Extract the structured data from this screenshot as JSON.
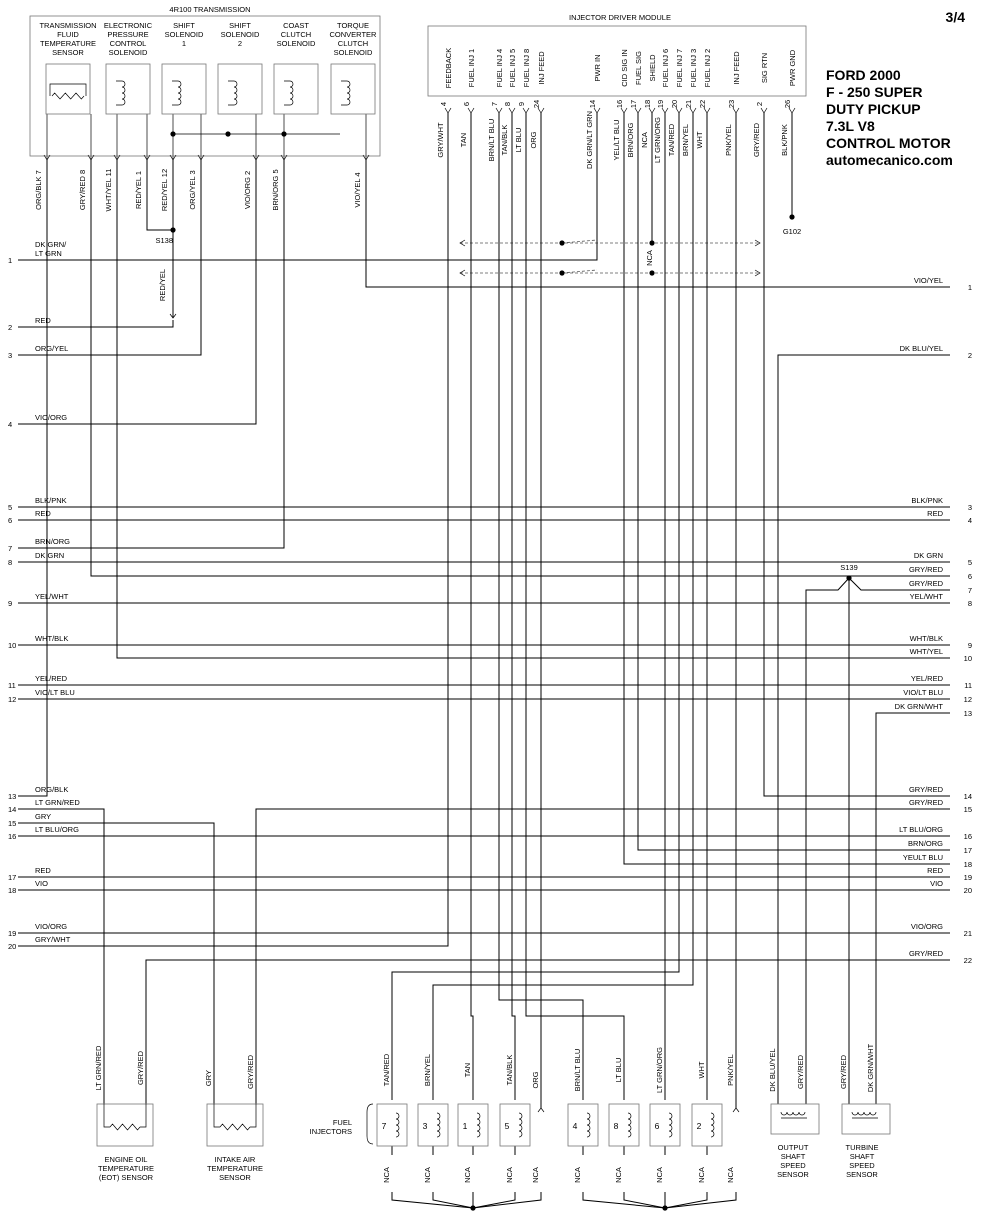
{
  "page_number": "3/4",
  "title_lines": [
    "FORD 2000",
    "F - 250 SUPER",
    "DUTY PICKUP",
    "7.3L V8",
    "CONTROL MOTOR",
    "automecanico.com"
  ],
  "transmission": {
    "label": "4R100 TRANSMISSION",
    "components": [
      {
        "label": [
          "TRANSMISSION",
          "FLUID",
          "TEMPERATURE",
          "SENSOR"
        ]
      },
      {
        "label": [
          "ELECTRONIC",
          "PRESSURE",
          "CONTROL",
          "SOLENOID"
        ]
      },
      {
        "label": [
          "SHIFT",
          "SOLENOID",
          "1"
        ]
      },
      {
        "label": [
          "SHIFT",
          "SOLENOID",
          "2"
        ]
      },
      {
        "label": [
          "COAST",
          "CLUTCH",
          "SOLENOID"
        ]
      },
      {
        "label": [
          "TORQUE",
          "CONVERTER",
          "CLUTCH",
          "SOLENOID"
        ]
      }
    ],
    "pins": [
      {
        "color": "ORG/BLK",
        "pin": "7"
      },
      {
        "color": "GRY/RED",
        "pin": "8"
      },
      {
        "color": "WHT/YEL",
        "pin": "11"
      },
      {
        "color": "RED/YEL",
        "pin": "1"
      },
      {
        "color": "RED/YEL",
        "pin": "12"
      },
      {
        "color": "ORG/YEL",
        "pin": "3"
      },
      {
        "color": "VIO/ORG",
        "pin": "2"
      },
      {
        "color": "BRN/ORG",
        "pin": "5"
      },
      {
        "color": "VIO/YEL",
        "pin": "4"
      }
    ]
  },
  "idm": {
    "label": "INJECTOR DRIVER MODULE",
    "pins": [
      {
        "name": "FEEDBACK",
        "pin": "4",
        "color": "GRY/WHT"
      },
      {
        "name": "FUEL INJ 1",
        "pin": "6",
        "color": "TAN"
      },
      {
        "name": "FUEL INJ 4",
        "pin": "7",
        "color": "BRN/LT BLU"
      },
      {
        "name": "FUEL INJ 5",
        "pin": "8",
        "color": "TAN/BLK"
      },
      {
        "name": "FUEL INJ 8",
        "pin": "9",
        "color": "LT BLU"
      },
      {
        "name": "INJ FEED",
        "pin": "24",
        "color": "ORG"
      },
      {
        "name": "PWR IN",
        "pin": "14",
        "color": "DK GRN/LT GRN"
      },
      {
        "name": "CID SIG IN",
        "pin": "16",
        "color": "YEL/LT BLU"
      },
      {
        "name": "FUEL SIG",
        "pin": "17",
        "color": "BRN/ORG"
      },
      {
        "name": "SHIELD",
        "pin": "18",
        "color": "NCA"
      },
      {
        "name": "FUEL INJ 6",
        "pin": "19",
        "color": "LT GRN/ORG"
      },
      {
        "name": "FUEL INJ 7",
        "pin": "20",
        "color": "TAN/RED"
      },
      {
        "name": "FUEL INJ 3",
        "pin": "21",
        "color": "BRN/YEL"
      },
      {
        "name": "FUEL INJ 2",
        "pin": "22",
        "color": "WHT"
      },
      {
        "name": "INJ FEED",
        "pin": "23",
        "color": "PNK/YEL"
      },
      {
        "name": "SIG RTN",
        "pin": "2",
        "color": "GRY/RED"
      },
      {
        "name": "PWR GND",
        "pin": "26",
        "color": "BLK/PNK"
      }
    ]
  },
  "splices": {
    "s138": "S138",
    "s139": "S139",
    "g102": "G102",
    "nca": "NCA"
  },
  "left_wires": [
    {
      "num": "1",
      "color": [
        "DK GRN/",
        "LT GRN"
      ]
    },
    {
      "num": "2",
      "color": [
        "RED"
      ]
    },
    {
      "num": "3",
      "color": [
        "ORG/YEL"
      ]
    },
    {
      "num": "4",
      "color": [
        "VIO/ORG"
      ]
    },
    {
      "num": "5",
      "color": [
        "BLK/PNK"
      ]
    },
    {
      "num": "6",
      "color": [
        "RED"
      ]
    },
    {
      "num": "7",
      "color": [
        "BRN/ORG"
      ]
    },
    {
      "num": "8",
      "color": [
        "DK GRN"
      ]
    },
    {
      "num": "9",
      "color": [
        "YEL/WHT"
      ]
    },
    {
      "num": "10",
      "color": [
        "WHT/BLK"
      ]
    },
    {
      "num": "11",
      "color": [
        "YEL/RED"
      ]
    },
    {
      "num": "12",
      "color": [
        "VIO/LT BLU"
      ]
    },
    {
      "num": "13",
      "color": [
        "ORG/BLK"
      ]
    },
    {
      "num": "14",
      "color": [
        "LT GRN/RED"
      ]
    },
    {
      "num": "15",
      "color": [
        "GRY"
      ]
    },
    {
      "num": "16",
      "color": [
        "LT BLU/ORG"
      ]
    },
    {
      "num": "17",
      "color": [
        "RED"
      ]
    },
    {
      "num": "18",
      "color": [
        "VIO"
      ]
    },
    {
      "num": "19",
      "color": [
        "VIO/ORG"
      ]
    },
    {
      "num": "20",
      "color": [
        "GRY/WHT"
      ]
    }
  ],
  "right_wires": [
    {
      "num": "1",
      "color": "VIO/YEL"
    },
    {
      "num": "2",
      "color": "DK BLU/YEL"
    },
    {
      "num": "3",
      "color": "BLK/PNK"
    },
    {
      "num": "4",
      "color": "RED"
    },
    {
      "num": "5",
      "color": "DK GRN"
    },
    {
      "num": "6",
      "color": "GRY/RED"
    },
    {
      "num": "7",
      "color": "GRY/RED"
    },
    {
      "num": "8",
      "color": "YEL/WHT"
    },
    {
      "num": "9",
      "color": "WHT/BLK"
    },
    {
      "num": "10",
      "color": "WHT/YEL"
    },
    {
      "num": "11",
      "color": "YEL/RED"
    },
    {
      "num": "12",
      "color": "VIO/LT BLU"
    },
    {
      "num": "13",
      "color": "DK GRN/WHT"
    },
    {
      "num": "14",
      "color": "GRY/RED"
    },
    {
      "num": "15",
      "color": "GRY/RED"
    },
    {
      "num": "16",
      "color": "LT BLU/ORG"
    },
    {
      "num": "17",
      "color": "BRN/ORG"
    },
    {
      "num": "18",
      "color": "YEULT BLU"
    },
    {
      "num": "19",
      "color": "RED"
    },
    {
      "num": "20",
      "color": "VIO"
    },
    {
      "num": "21",
      "color": "VIO/ORG"
    },
    {
      "num": "22",
      "color": "GRY/RED"
    }
  ],
  "bottom": {
    "eot": {
      "wires": [
        "LT GRN/RED",
        "GRY/RED"
      ],
      "label": [
        "ENGINE OIL",
        "TEMPERATURE",
        "(EOT) SENSOR"
      ]
    },
    "iat": {
      "wires": [
        "GRY",
        "GRY/RED"
      ],
      "label": [
        "INTAKE AIR",
        "TEMPERATURE",
        "SENSOR"
      ]
    },
    "fuel_injectors_label": [
      "FUEL",
      "INJECTORS"
    ],
    "injectors": [
      {
        "num": "7",
        "color": "TAN/RED"
      },
      {
        "num": "3",
        "color": "BRN/YEL"
      },
      {
        "num": "1",
        "color": "TAN"
      },
      {
        "num": "5",
        "color": "TAN/BLK"
      },
      {
        "num": "4",
        "color": "BRN/LT BLU"
      },
      {
        "num": "8",
        "color": "LT BLU"
      },
      {
        "num": "6",
        "color": "LT GRN/ORG"
      },
      {
        "num": "2",
        "color": "WHT"
      }
    ],
    "feed_wires": [
      "ORG",
      "PNK/YEL"
    ],
    "nca": "NCA",
    "oss": {
      "wires": [
        "DK BLU/YEL",
        "GRY/RED"
      ],
      "label": [
        "OUTPUT",
        "SHAFT",
        "SPEED",
        "SENSOR"
      ]
    },
    "tss": {
      "wires": [
        "GRY/RED",
        "DK GRN/WHT"
      ],
      "label": [
        "TURBINE",
        "SHAFT",
        "SPEED",
        "SENSOR"
      ]
    }
  }
}
